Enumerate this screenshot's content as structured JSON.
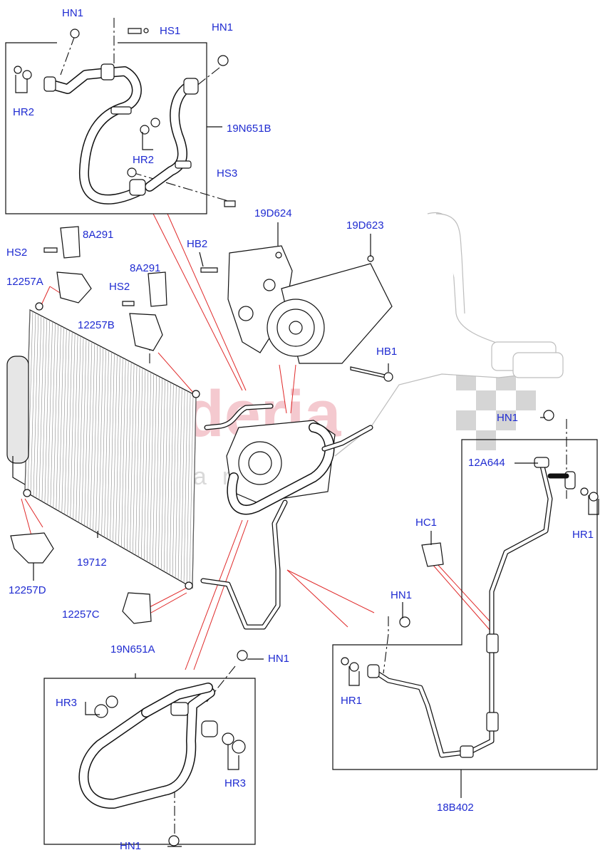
{
  "watermark": {
    "main": "scuderia",
    "sub": "parts"
  },
  "labels": [
    {
      "id": "hn1-top-left",
      "text": "HN1"
    },
    {
      "id": "hs1",
      "text": "HS1"
    },
    {
      "id": "hn1-top-mid",
      "text": "HN1"
    },
    {
      "id": "hr2-left",
      "text": "HR2"
    },
    {
      "id": "hr2-mid",
      "text": "HR2"
    },
    {
      "id": "19n651b",
      "text": "19N651B"
    },
    {
      "id": "hs3",
      "text": "HS3"
    },
    {
      "id": "19d624",
      "text": "19D624"
    },
    {
      "id": "19d623",
      "text": "19D623"
    },
    {
      "id": "8a291-top",
      "text": "8A291"
    },
    {
      "id": "hs2-top",
      "text": "HS2"
    },
    {
      "id": "hb2",
      "text": "HB2"
    },
    {
      "id": "12257a",
      "text": "12257A"
    },
    {
      "id": "8a291-mid",
      "text": "8A291"
    },
    {
      "id": "hs2-mid",
      "text": "HS2"
    },
    {
      "id": "12257b",
      "text": "12257B"
    },
    {
      "id": "hb1",
      "text": "HB1"
    },
    {
      "id": "hn1-right",
      "text": "HN1"
    },
    {
      "id": "12a644",
      "text": "12A644"
    },
    {
      "id": "hr1-right",
      "text": "HR1"
    },
    {
      "id": "hc1",
      "text": "HC1"
    },
    {
      "id": "19712",
      "text": "19712"
    },
    {
      "id": "12257d",
      "text": "12257D"
    },
    {
      "id": "hn1-center",
      "text": "HN1"
    },
    {
      "id": "12257c",
      "text": "12257C"
    },
    {
      "id": "19n651a",
      "text": "19N651A"
    },
    {
      "id": "hn1-lower",
      "text": "HN1"
    },
    {
      "id": "hr1-lower",
      "text": "HR1"
    },
    {
      "id": "hr3-left",
      "text": "HR3"
    },
    {
      "id": "hr3-right",
      "text": "HR3"
    },
    {
      "id": "18b402",
      "text": "18B402"
    },
    {
      "id": "hn1-bottom",
      "text": "HN1"
    }
  ]
}
